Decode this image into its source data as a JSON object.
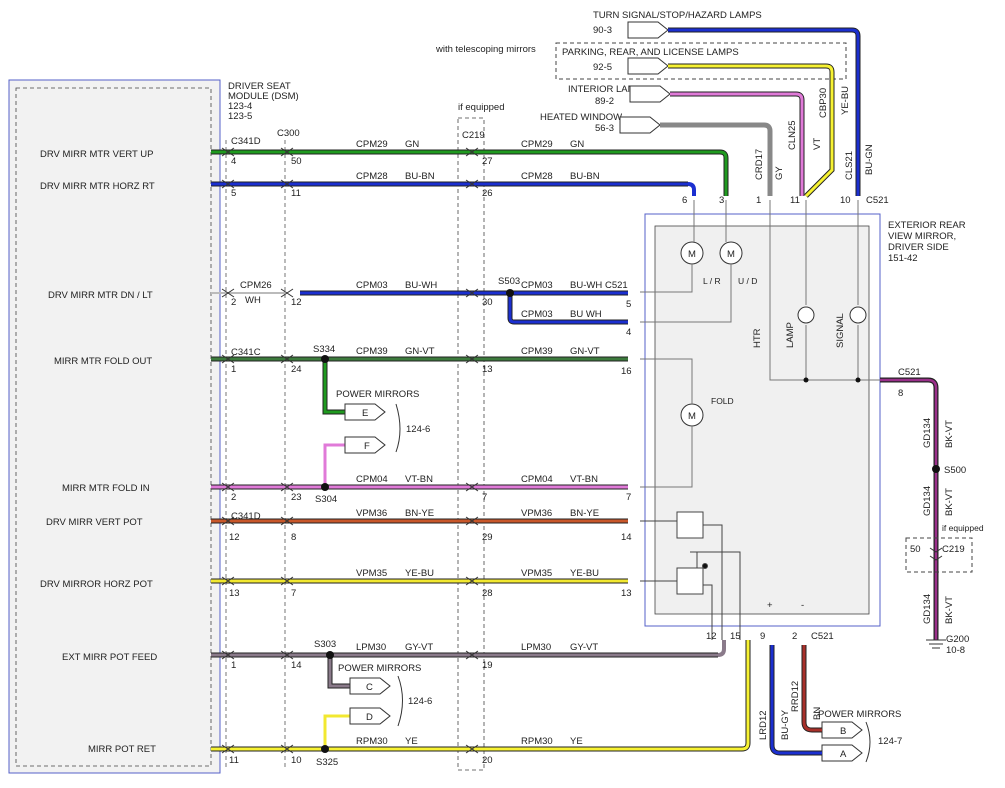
{
  "dsm": {
    "title": [
      "DRIVER SEAT",
      "MODULE (DSM)",
      "123-4",
      "123-5"
    ],
    "signals": [
      "DRV MIRR MTR VERT UP",
      "DRV MIRR MTR HORZ RT",
      "DRV MIRR MTR DN / LT",
      "MIRR MTR  FOLD OUT",
      "MIRR MTR  FOLD IN",
      "DRV MIRR VERT POT",
      "DRV MIRROR HORZ POT",
      "EXT MIRR POT FEED",
      "MIRR POT RET"
    ]
  },
  "mirror": {
    "title": [
      "EXTERIOR REAR",
      "VIEW MIRROR,",
      "DRIVER SIDE",
      "151-42"
    ],
    "m1": "M",
    "m2": "M",
    "m3": "M",
    "lr": "L / R",
    "ud": "U / D",
    "fold": "FOLD",
    "htr": "HTR",
    "lamp": "LAMP",
    "signal": "SIGNAL",
    "plus": "+",
    "minus": "-"
  },
  "connectors": {
    "c341d": "C341D",
    "c300": "C300",
    "c219": "C219",
    "c341c": "C341C",
    "s334": "S334",
    "s304": "S304",
    "s303": "S303",
    "s325": "S325",
    "s503": "S503",
    "c521": "C521",
    "s500": "S500",
    "g200": "G200",
    "g200ref": "10-8",
    "if_equipped": "if equipped"
  },
  "top_refs": {
    "turn": "TURN SIGNAL/STOP/HAZARD LAMPS",
    "turn_ref": "90-3",
    "telescoping": "with telescoping mirrors",
    "parking": "PARKING, REAR, AND LICENSE LAMPS",
    "parking_ref": "92-5",
    "interior": "INTERIOR LAMPS",
    "interior_ref": "89-2",
    "heated": "HEATED WINDOW",
    "heated_ref": "56-3"
  },
  "top_wires": {
    "crd17": "CRD17",
    "gy": "GY",
    "cln25": "CLN25",
    "vt": "VT",
    "cbp30": "CBP30",
    "yebu": "YE-BU",
    "cls21": "CLS21",
    "bugn": "BU-GN"
  },
  "wires": {
    "cpm29": "CPM29",
    "gn": "GN",
    "cpm28": "CPM28",
    "bubn": "BU-BN",
    "cpm26": "CPM26",
    "wh": "WH",
    "cpm03": "CPM03",
    "buwh": "BU-WH",
    "buwh2": "BU WH",
    "cpm39": "CPM39",
    "gnvt": "GN-VT",
    "cpm04": "CPM04",
    "vtbn": "VT-BN",
    "vpm36": "VPM36",
    "bnye": "BN-YE",
    "vpm35": "VPM35",
    "yebu": "YE-BU",
    "lpm30": "LPM30",
    "gyvt": "GY-VT",
    "rpm30": "RPM30",
    "ye": "YE",
    "gd134": "GD134",
    "bkvt": "BK-VT",
    "lrd12": "LRD12",
    "bugy": "BU-GY",
    "rrd12": "RRD12",
    "bn": "BN"
  },
  "pins": {
    "c341d_4": "4",
    "c341d_5": "5",
    "c341d_2": "2",
    "c341c_1": "1",
    "c341c_2": "2",
    "c341d_12": "12",
    "c341d_13": "13",
    "c341d_1": "1",
    "c341d_11": "11",
    "c300_50": "50",
    "c300_11": "11",
    "c300_12": "12",
    "c300_24": "24",
    "c300_23": "23",
    "c300_8": "8",
    "c300_7": "7",
    "c300_14": "14",
    "c300_10": "10",
    "c219_27": "27",
    "c219_26": "26",
    "c219_30": "30",
    "c219_13": "13",
    "c219_7": "7",
    "c219_29": "29",
    "c219_28": "28",
    "c219_19": "19",
    "c219_20": "20",
    "m_6": "6",
    "m_3": "3",
    "m_1": "1",
    "m_11": "11",
    "m_10": "10",
    "m_5": "5",
    "m_4": "4",
    "m_16": "16",
    "m_7": "7",
    "m_14": "14",
    "m_13": "13",
    "m_8": "8",
    "b_12": "12",
    "b_15": "15",
    "b_9": "9",
    "b_2": "2",
    "c219b_50": "50"
  },
  "power_mirrors": {
    "label": "POWER MIRRORS",
    "ref1": "124-6",
    "ref2": "124-7",
    "e": "E",
    "f": "F",
    "c": "C",
    "d": "D",
    "b": "B",
    "a": "A"
  }
}
